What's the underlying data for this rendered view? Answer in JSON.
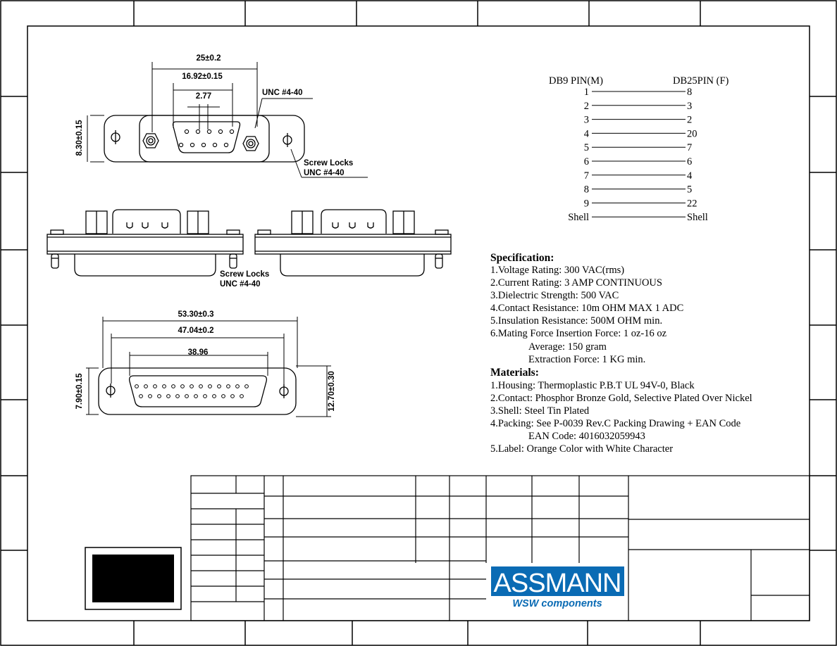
{
  "drawing": {
    "top_dims": {
      "overall": "25±0.2",
      "screw_spacing": "16.92±0.15",
      "pitch": "2.77",
      "height": "8.30±0.15",
      "thread": "UNC #4-40",
      "screw_locks_title": "Screw Locks",
      "screw_locks_thread": "UNC #4-40"
    },
    "side_view": {
      "screw_locks_title": "Screw Locks",
      "screw_locks_thread": "UNC #4-40"
    },
    "bottom_dims": {
      "overall": "53.30±0.3",
      "screw_spacing": "47.04±0.2",
      "pin_span": "38.96",
      "height_left": "7.90±0.15",
      "height_right": "12.70±0.30"
    }
  },
  "pinout": {
    "left_header": "DB9 PIN(M)",
    "right_header": "DB25PIN (F)",
    "rows": [
      {
        "left": "1",
        "right": "8"
      },
      {
        "left": "2",
        "right": "3"
      },
      {
        "left": "3",
        "right": "2"
      },
      {
        "left": "4",
        "right": "20"
      },
      {
        "left": "5",
        "right": "7"
      },
      {
        "left": "6",
        "right": "6"
      },
      {
        "left": "7",
        "right": "4"
      },
      {
        "left": "8",
        "right": "5"
      },
      {
        "left": "9",
        "right": "22"
      },
      {
        "left": "Shell",
        "right": "Shell"
      }
    ]
  },
  "specification": {
    "title": "Specification:",
    "lines": [
      "1.Voltage Rating: 300 VAC(rms)",
      "2.Current Rating: 3 AMP CONTINUOUS",
      "3.Dielectric Strength: 500 VAC",
      "4.Contact Resistance: 10m OHM MAX 1 ADC",
      "5.Insulation Resistance: 500M OHM min.",
      "6.Mating Force Insertion Force: 1 oz-16 oz"
    ],
    "sub_lines": [
      "Average: 150 gram",
      "Extraction Force: 1 KG min."
    ]
  },
  "materials": {
    "title": "Materials:",
    "lines": [
      "1.Housing: Thermoplastic P.B.T UL 94V-0, Black",
      "2.Contact: Phosphor Bronze Gold, Selective Plated Over Nickel",
      "3.Shell: Steel Tin Plated",
      "4.Packing: See P-0039 Rev.C Packing Drawing + EAN Code"
    ],
    "ean_line": "EAN Code: 4016032059943",
    "label_line": "5.Label: Orange Color with White Character"
  },
  "logo": {
    "name": "ASSMANN",
    "tagline": "WSW components",
    "color": "#0a6bb4"
  }
}
